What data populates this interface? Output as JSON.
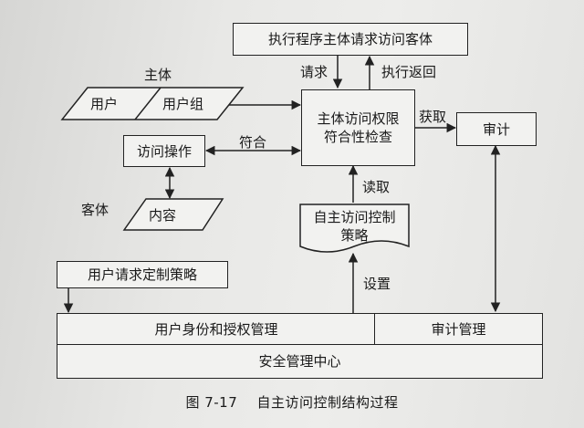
{
  "diagram": {
    "top_box": "执行程序主体请求访问客体",
    "request_label": "请求",
    "return_label": "执行返回",
    "subject_label": "主体",
    "user": "用户",
    "user_group": "用户组",
    "check_box_line1": "主体访问权限",
    "check_box_line2": "符合性检查",
    "fetch_label": "获取",
    "audit": "审计",
    "access_op": "访问操作",
    "match_label": "符合",
    "object_label": "客体",
    "content": "内容",
    "read_label": "读取",
    "policy_line1": "自主访问控制",
    "policy_line2": "策略",
    "user_policy": "用户请求定制策略",
    "set_label": "设置",
    "identity_mgmt": "用户身份和授权管理",
    "audit_mgmt": "审计管理",
    "security_center": "安全管理中心"
  },
  "caption": {
    "number": "图 7-17",
    "title": "自主访问控制结构过程"
  }
}
